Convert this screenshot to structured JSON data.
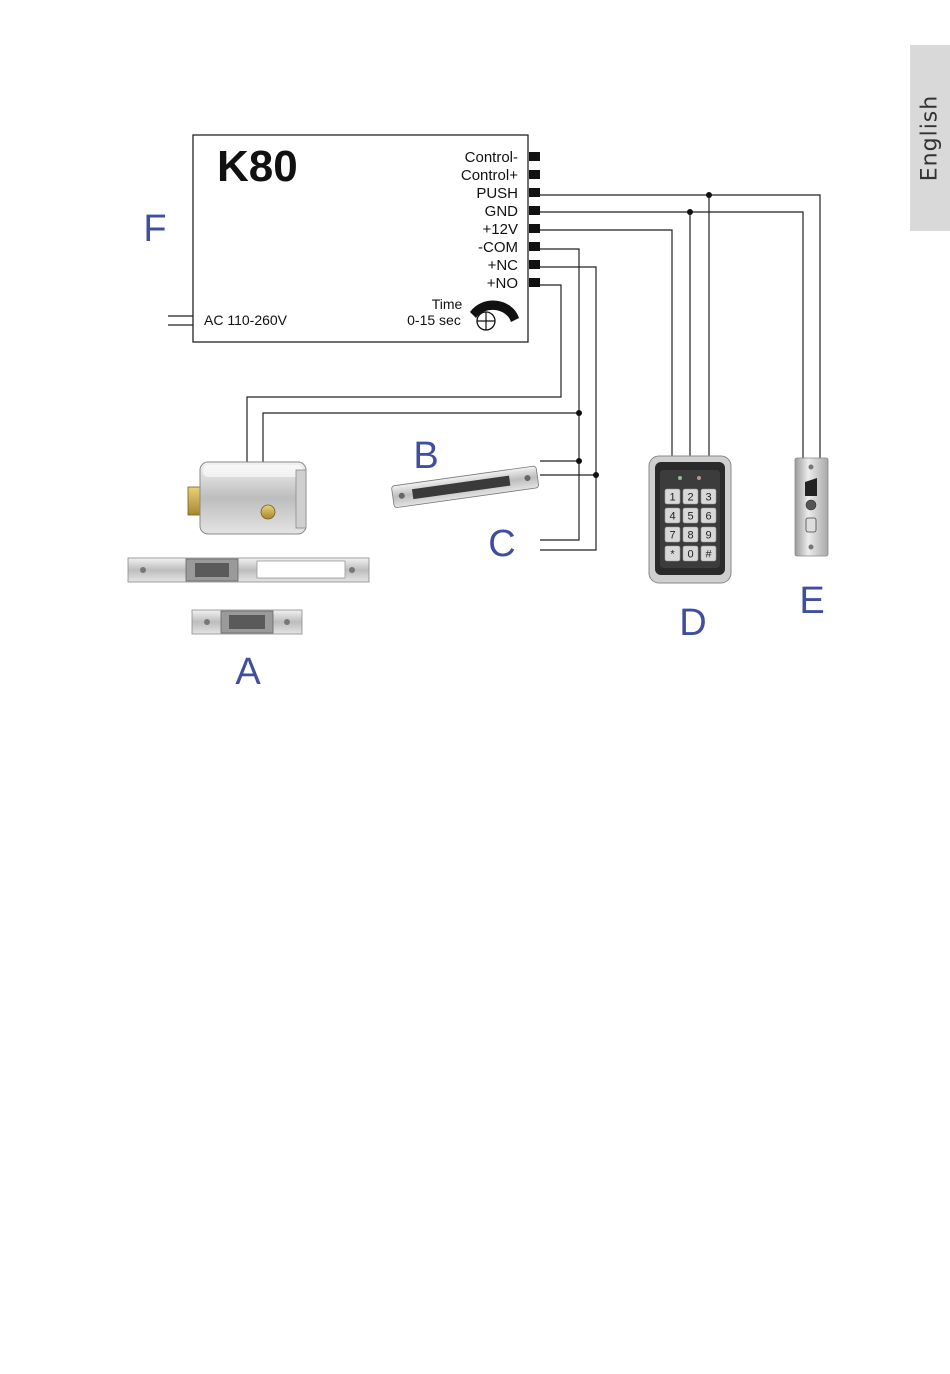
{
  "tab": {
    "language": "English"
  },
  "controller": {
    "model": "K80",
    "terminals": [
      "Control-",
      "Control+",
      "PUSH",
      "GND",
      "+12V",
      "-COM",
      "+NC",
      "+NO"
    ],
    "power": "AC 110-260V",
    "timer": {
      "line1": "Time",
      "line2": "0-15 sec"
    }
  },
  "labels": {
    "a": "A",
    "b": "B",
    "c": "C",
    "d": "D",
    "e": "E",
    "f": "F"
  },
  "keypad": {
    "keys": [
      "1",
      "2",
      "3",
      "4",
      "5",
      "6",
      "7",
      "8",
      "9",
      "*",
      "0",
      "#"
    ]
  },
  "colors": {
    "label": "#3f4fa0",
    "tab": "#d9d9d9"
  }
}
